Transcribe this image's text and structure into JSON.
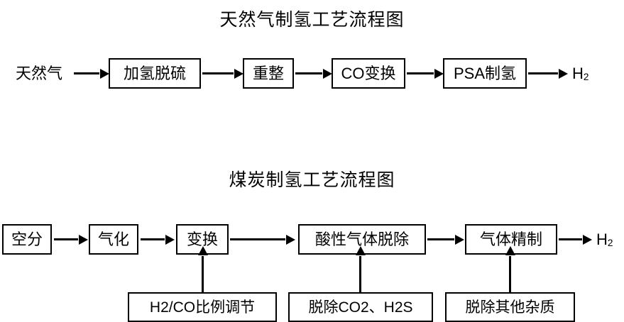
{
  "diagram": {
    "background_color": "#ffffff",
    "line_color": "#000000",
    "sections": [
      {
        "id": "natural-gas",
        "title": "天然气制氢工艺流程图",
        "input_label": "天然气",
        "output_label": "H",
        "output_sub": "2",
        "nodes": [
          {
            "label": "加氢脱硫"
          },
          {
            "label": "重整"
          },
          {
            "label": "CO变换"
          },
          {
            "label": "PSA制氢"
          }
        ]
      },
      {
        "id": "coal",
        "title": "煤炭制氢工艺流程图",
        "output_label": "H",
        "output_sub": "2",
        "nodes": [
          {
            "label": "空分"
          },
          {
            "label": "气化"
          },
          {
            "label": "变换"
          },
          {
            "label": "酸性气体脱除"
          },
          {
            "label": "气体精制"
          }
        ],
        "sub_nodes": [
          {
            "label": "H2/CO比例调节"
          },
          {
            "label": "脱除CO2、H2S"
          },
          {
            "label": "脱除其他杂质"
          }
        ]
      }
    ]
  }
}
